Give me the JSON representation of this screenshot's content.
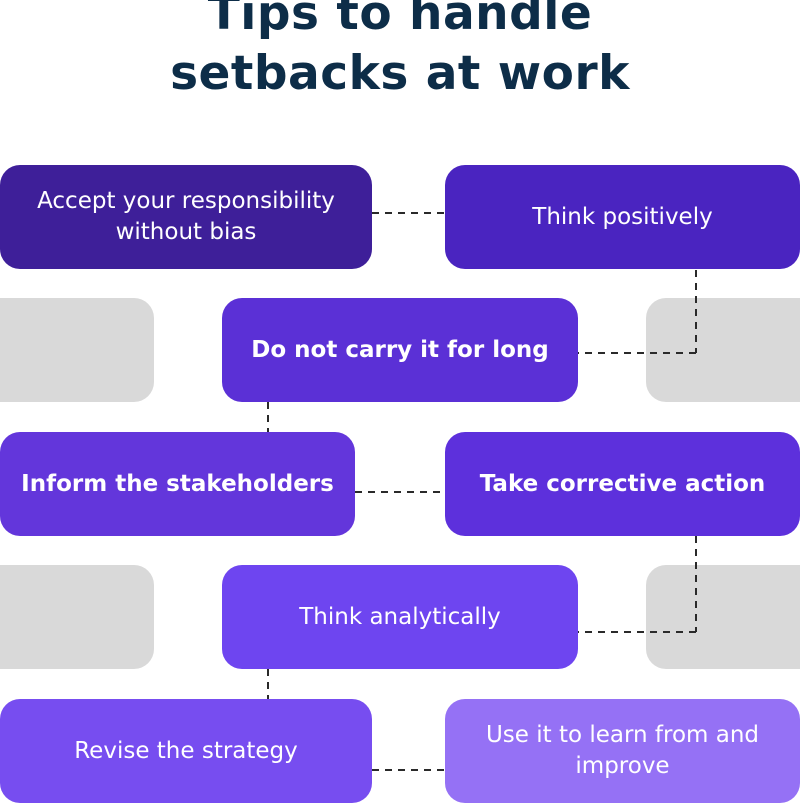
{
  "title": {
    "line1": "Tips to handle",
    "line2": "setbacks at work"
  },
  "tips": [
    {
      "label": "Accept your responsibility without bias",
      "color": "#3e1f99"
    },
    {
      "label": "Think positively",
      "color": "#4a24c0"
    },
    {
      "label": "Do not carry it for long",
      "color": "#5b30d6"
    },
    {
      "label": "Inform the stakeholders",
      "color": "#6336db"
    },
    {
      "label": "Take corrective action",
      "color": "#5d30dc"
    },
    {
      "label": "Think analytically",
      "color": "#6e45f0"
    },
    {
      "label": "Revise the strategy",
      "color": "#774df0"
    },
    {
      "label": "Use it to learn from and improve",
      "color": "#9571f5"
    }
  ],
  "colors": {
    "title": "#0d2d48",
    "placeholder": "#d9d9d9",
    "connector": "#2a2a2a"
  }
}
